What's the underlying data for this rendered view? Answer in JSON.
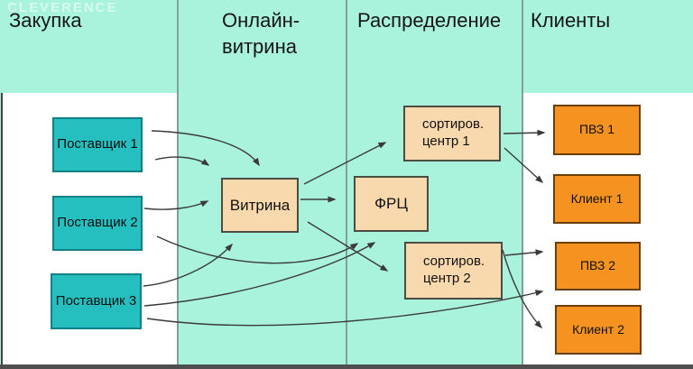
{
  "watermark": "CLEVERENCE",
  "columns": [
    {
      "id": "procurement",
      "label": "Закупка"
    },
    {
      "id": "online-storefront",
      "label": "Онлайн-витрина"
    },
    {
      "id": "distribution",
      "label": "Распределение"
    },
    {
      "id": "clients",
      "label": "Клиенты"
    }
  ],
  "nodes": {
    "supplier1": {
      "label": "Поставщик 1",
      "type": "supplier"
    },
    "supplier2": {
      "label": "Поставщик 2",
      "type": "supplier"
    },
    "supplier3": {
      "label": "Поставщик 3",
      "type": "supplier"
    },
    "vitrina": {
      "label": "Витрина",
      "type": "storefront"
    },
    "frc": {
      "label": "ФРЦ",
      "type": "fulfillment-center"
    },
    "sort1": {
      "label": "сортиров. центр 1",
      "type": "sorting-center"
    },
    "sort2": {
      "label": "сортиров. центр 2",
      "type": "sorting-center"
    },
    "pvz1": {
      "label": "ПВЗ 1",
      "type": "pickup-point"
    },
    "client1": {
      "label": "Клиент 1",
      "type": "client"
    },
    "pvz2": {
      "label": "ПВЗ 2",
      "type": "pickup-point"
    },
    "client2": {
      "label": "Клиент 2",
      "type": "client"
    }
  },
  "edges": [
    {
      "from": "supplier1",
      "to": "vitrina"
    },
    {
      "from": "supplier1",
      "to": "vitrina"
    },
    {
      "from": "supplier2",
      "to": "vitrina"
    },
    {
      "from": "supplier3",
      "to": "vitrina"
    },
    {
      "from": "supplier2",
      "to": "frc"
    },
    {
      "from": "supplier3",
      "to": "frc"
    },
    {
      "from": "supplier3",
      "to": "pvz2"
    },
    {
      "from": "vitrina",
      "to": "frc"
    },
    {
      "from": "vitrina",
      "to": "sort1"
    },
    {
      "from": "vitrina",
      "to": "sort2"
    },
    {
      "from": "sort1",
      "to": "pvz1"
    },
    {
      "from": "sort1",
      "to": "client1"
    },
    {
      "from": "sort2",
      "to": "pvz2"
    },
    {
      "from": "sort2",
      "to": "client2"
    }
  ],
  "colors": {
    "background_mint": "#a9f2dc",
    "panel_white": "#ffffff",
    "supplier_fill": "#25bfbf",
    "supplier_border": "#0f7f88",
    "middle_fill": "#f8d9ad",
    "middle_border": "#4c4c44",
    "client_fill": "#f6921f",
    "client_border": "#6b4008",
    "arrow": "#3a3a3a",
    "divider": "#7fa399"
  }
}
